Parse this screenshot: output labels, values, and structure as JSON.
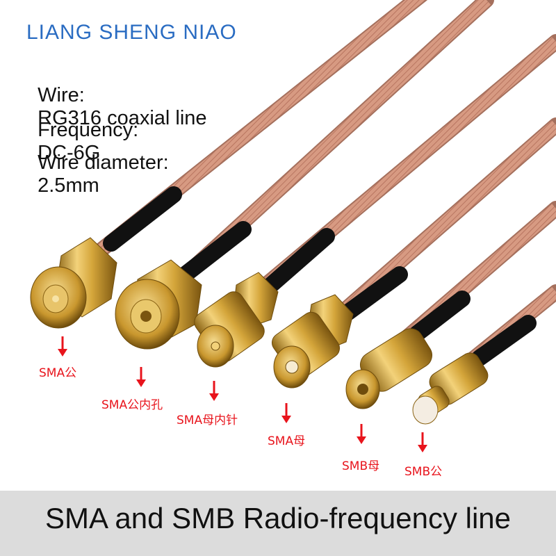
{
  "brand": {
    "name": "LIANG SHENG NIAO",
    "color": "#2a6cc2"
  },
  "specs": [
    {
      "label": "Wire:",
      "value": "RG316 coaxial line"
    },
    {
      "label": "Frequency:",
      "value": "DC-6G"
    },
    {
      "label": "Wire diameter:",
      "value": "2.5mm"
    }
  ],
  "connectors": [
    {
      "label": "SMA公"
    },
    {
      "label": "SMA公内孔"
    },
    {
      "label": "SMA母内针"
    },
    {
      "label": "SMA母"
    },
    {
      "label": "SMB母"
    },
    {
      "label": "SMB公"
    }
  ],
  "footer": {
    "title": "SMA and SMB Radio-frequency line"
  },
  "colors": {
    "label_red": "#e8141c",
    "cable": "#d79a82",
    "gold": "#d4a53a",
    "footer_bg": "#dcdcdc"
  }
}
